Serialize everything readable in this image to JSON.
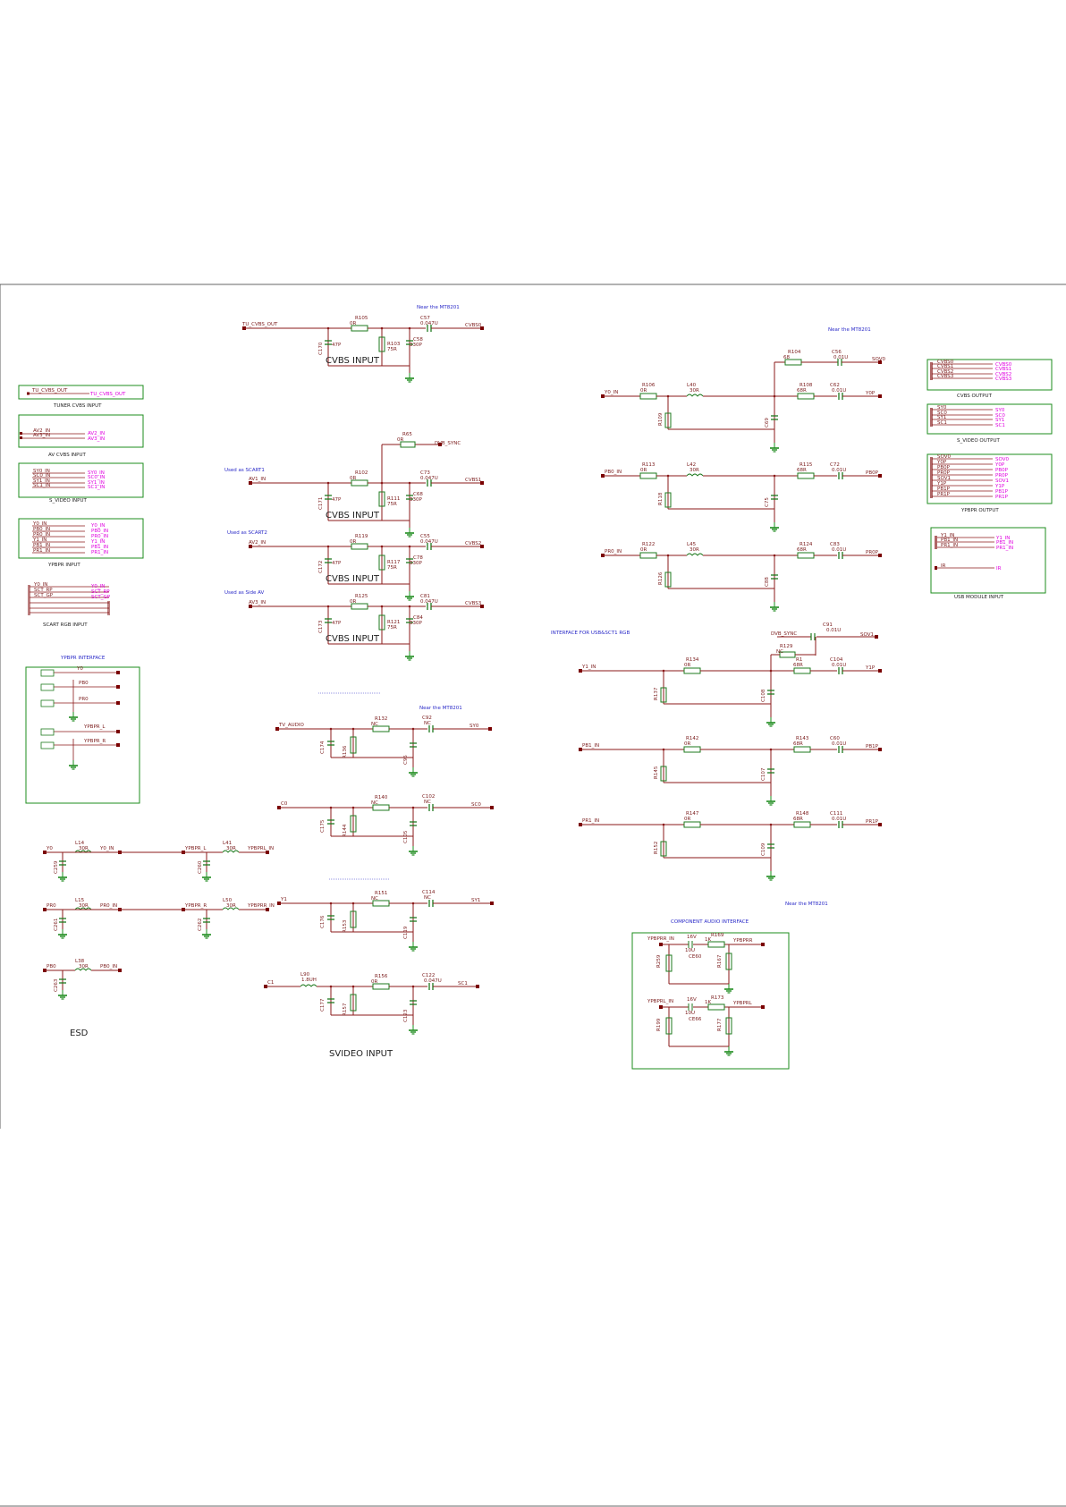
{
  "colors": {
    "wire": "#8b1a1a",
    "part": "#1e7a1e",
    "ground": "#1e8c1e",
    "note": "#2a2ac8",
    "port": "#e000e0",
    "pin": "#7a0000"
  },
  "sections": {
    "cvbs_input": "CVBS INPUT",
    "svideo_input": "SVIDEO INPUT",
    "esd": "ESD",
    "tuner_cvbs_input": "TUNER CVBS INPUT",
    "av_cvbs_input": "AV CVBS INPUT",
    "s_video_input": "S_VIDEO INPUT",
    "ypbpr_input": "YPBPR INPUT",
    "scart_rgb_input": "SCART RGB INPUT",
    "ypbpr_interface": "YPBPR INTERFACE",
    "cvbs_output": "CVBS OUTPUT",
    "s_video_output": "S_VIDEO OUTPUT",
    "ypbpr_output": "YPBPR OUTPUT",
    "usb_module_input": "USB MODULE INPUT",
    "interface_usb_sct1": "INTERFACE FOR USB&SCT1 RGB",
    "component_audio_interface": "COMPONENT AUDIO INTERFACE"
  },
  "notes": {
    "near1": "Near the MT8201",
    "near2": "Near the MT8201",
    "near3": "Near the MT8201",
    "near4": "Near the MT8201",
    "scart1": "Used as SCART1",
    "scart2": "Used as SCART2",
    "side_av": "Used as Side AV"
  },
  "cvbs_blocks": [
    {
      "in": "TU_CVBS_OUT",
      "r_ser": "R105",
      "r_ser_val": "0R",
      "cap_sh": "C170",
      "cap_sh_val": "47P",
      "r_sh": "R103",
      "r_sh_val": "75R",
      "c_ser": "C57",
      "c_ser_val": "0.047U",
      "c_sh2": "C58",
      "c_sh2_val": "330P",
      "out": "CVBS0"
    },
    {
      "in": "AV1_IN",
      "r_ser": "R102",
      "r_ser_val": "0R",
      "cap_sh": "C171",
      "cap_sh_val": "47P",
      "r_sh": "R111",
      "r_sh_val": "75R",
      "c_ser": "C73",
      "c_ser_val": "0.047U",
      "c_sh2": "C68",
      "c_sh2_val": "330P",
      "out": "CVBS1"
    },
    {
      "in": "AV2_IN",
      "r_ser": "R119",
      "r_ser_val": "0R",
      "cap_sh": "C172",
      "cap_sh_val": "47P",
      "r_sh": "R117",
      "r_sh_val": "75R",
      "c_ser": "C55",
      "c_ser_val": "0.047U",
      "c_sh2": "C78",
      "c_sh2_val": "330P",
      "out": "CVBS2"
    },
    {
      "in": "AV3_IN",
      "r_ser": "R125",
      "r_ser_val": "0R",
      "cap_sh": "C173",
      "cap_sh_val": "47P",
      "r_sh": "R121",
      "r_sh_val": "75R",
      "c_ser": "C81",
      "c_ser_val": "0.047U",
      "c_sh2": "C84",
      "c_sh2_val": "330P",
      "out": "CVBS3"
    }
  ],
  "dvb_sync": {
    "r": "R65",
    "r_val": "0R",
    "net": "DVB_SYNC"
  },
  "audio_blocks": [
    {
      "in": "TV_AUDIO",
      "r": "R132",
      "r_val": "NC",
      "c_ser": "C92",
      "c_ser_val": "NC",
      "out": "SY0",
      "c1": "C174",
      "c2": "C95",
      "r2": "R136"
    },
    {
      "in": "C0",
      "r": "R140",
      "r_val": "NC",
      "c_ser": "C102",
      "c_ser_val": "NC",
      "out": "SC0",
      "c1": "C175",
      "c2": "C105",
      "r2": "R144"
    },
    {
      "in": "Y1",
      "r": "R151",
      "r_val": "NC",
      "c_ser": "C114",
      "c_ser_val": "NC",
      "out": "SY1",
      "c1": "C176",
      "c2": "C119",
      "r2": "R153"
    },
    {
      "in": "C1",
      "r": "R156",
      "r_val": "0R",
      "c_ser": "C122",
      "c_ser_val": "0.047U",
      "out": "SC1",
      "c1": "C177",
      "c2": "C123",
      "r2": "R157",
      "l": "L90",
      "l_val": "1.8UH"
    }
  ],
  "right_blocks": [
    {
      "in": "Y0_IN",
      "r1": "R106",
      "r1_val": "0R",
      "l": "L40",
      "l_val": "30R",
      "r2": "R108",
      "r2_val": "68R",
      "c": "C62",
      "c_val": "0.01U",
      "out": "Y0P",
      "r_sh": "R109",
      "c_sh": "C69"
    },
    {
      "in": "PB0_IN",
      "r1": "R113",
      "r1_val": "0R",
      "l": "L42",
      "l_val": "30R",
      "r2": "R115",
      "r2_val": "68R",
      "c": "C72",
      "c_val": "0.01U",
      "out": "PB0P",
      "r_sh": "R118",
      "c_sh": "C75"
    },
    {
      "in": "PR0_IN",
      "r1": "R122",
      "r1_val": "0R",
      "l": "L45",
      "l_val": "30R",
      "r2": "R124",
      "r2_val": "68R",
      "c": "C83",
      "c_val": "0.01U",
      "out": "PR0P",
      "r_sh": "R126",
      "c_sh": "C88"
    },
    {
      "in": "Y1_IN",
      "r1": "R134",
      "r1_val": "0R",
      "r2": "R1",
      "r2_val": "68R",
      "c": "C104",
      "c_val": "0.01U",
      "out": "Y1P",
      "r_sh": "R137",
      "c_sh": "C108"
    },
    {
      "in": "PB1_IN",
      "r1": "R142",
      "r1_val": "0R",
      "r2": "R143",
      "r2_val": "68R",
      "c": "C60",
      "c_val": "0.01U",
      "out": "PB1P",
      "r_sh": "R145",
      "c_sh": "C107"
    },
    {
      "in": "PR1_IN",
      "r1": "R147",
      "r1_val": "0R",
      "r2": "R148",
      "r2_val": "68R",
      "c": "C111",
      "c_val": "0.01U",
      "out": "PR1P",
      "r_sh": "R152",
      "c_sh": "C109"
    }
  ],
  "sov0": {
    "r": "R104",
    "r_val": "68",
    "c": "C56",
    "c_val": "0.01U",
    "out": "SOV0"
  },
  "sov1": {
    "r": "R129",
    "r_val": "NC",
    "c": "C91",
    "c_val": "0.01U",
    "out": "SOV1",
    "net": "DVB_SYNC"
  },
  "esd_parts": [
    {
      "net_in": "Y0",
      "l": "L14",
      "l_val": "30R",
      "out": "Y0_IN",
      "c": "C259"
    },
    {
      "net_in": "PR0",
      "l": "L15",
      "l_val": "30R",
      "out": "PR0_IN",
      "c": "C261"
    },
    {
      "net_in": "PB0",
      "l": "L38",
      "l_val": "30R",
      "out": "PB0_IN",
      "c": "C263"
    },
    {
      "net_in": "YPBPR_L",
      "l": "L41",
      "l_val": "30R",
      "out": "YPBPRL_IN",
      "c": "C260"
    },
    {
      "net_in": "YPBPR_R",
      "l": "L50",
      "l_val": "30R",
      "out": "YPBPRR_IN",
      "c": "C262"
    }
  ],
  "left_ports": {
    "tuner": {
      "in": "TU_CVBS_OUT",
      "out": "TU_CVBS_OUT"
    },
    "av": {
      "in": [
        "AV2_IN",
        "AV3_IN"
      ],
      "out": [
        "AV2_IN",
        "AV3_IN"
      ]
    },
    "svideo": {
      "in": [
        "SY0_IN",
        "SC0_IN",
        "SY1_IN",
        "SC1_IN"
      ],
      "out": [
        "SY0_IN",
        "SC0_IN",
        "SY1_IN",
        "SC1_IN"
      ]
    },
    "ypbpr": {
      "in": [
        "Y0_IN",
        "PB0_IN",
        "PR0_IN",
        "Y1_IN",
        "PB1_IN",
        "PR1_IN"
      ],
      "out": [
        "Y0_IN",
        "PB0_IN",
        "PR0_IN",
        "Y1_IN",
        "PB1_IN",
        "PR1_IN"
      ]
    },
    "scart": {
      "in": [
        "Y0_IN",
        "SCT_RP",
        "SCT_GP"
      ],
      "out": [
        "Y0_IN",
        "SCT_RP",
        "SCT_GP"
      ]
    }
  },
  "right_ports": {
    "cvbs": {
      "in": [
        "CVBS0",
        "CVBS1",
        "CVBS2",
        "CVBS3"
      ],
      "out": [
        "CVBS0",
        "CVBS1",
        "CVBS2",
        "CVBS3"
      ]
    },
    "svideo": {
      "in": [
        "SY0",
        "SC0",
        "SY1",
        "SC1"
      ],
      "out": [
        "SY0",
        "SC0",
        "SY1",
        "SC1"
      ]
    },
    "ypbpr": {
      "in": [
        "SOV0",
        "Y0P",
        "PB0P",
        "PR0P",
        "SOV1",
        "Y1P",
        "PB1P",
        "PR1P"
      ],
      "out": [
        "SOV0",
        "Y0P",
        "PB0P",
        "PR0P",
        "SOV1",
        "Y1P",
        "PB1P",
        "PR1P"
      ]
    },
    "usb": {
      "in": [
        "Y1_IN",
        "PB1_IN",
        "PR1_IN",
        "IR"
      ],
      "out": [
        "Y1_IN",
        "PB1_IN",
        "PR1_IN",
        "IR"
      ]
    }
  },
  "ypbpr_iface": {
    "labels": [
      "Y0",
      "PB0",
      "PR0",
      "YPBPR_L",
      "YPBPR_R"
    ]
  },
  "comp_audio": {
    "r_in": "YPBPRR_IN",
    "r_out": "YPBPRR",
    "l_in": "YPBPRL_IN",
    "l_out": "YPBPRL",
    "c_r": "CE60",
    "c_r_val": "10U",
    "r_r": "R169",
    "r_r_val": "1K",
    "v_r": "16V",
    "c_l": "CE66",
    "c_l_val": "10U",
    "r_l": "R173",
    "r_l_val": "1K",
    "v_l": "16V",
    "r_sh1": "R259",
    "r_sh2": "R167",
    "r_sh3": "R199",
    "r_sh4": "R177"
  }
}
